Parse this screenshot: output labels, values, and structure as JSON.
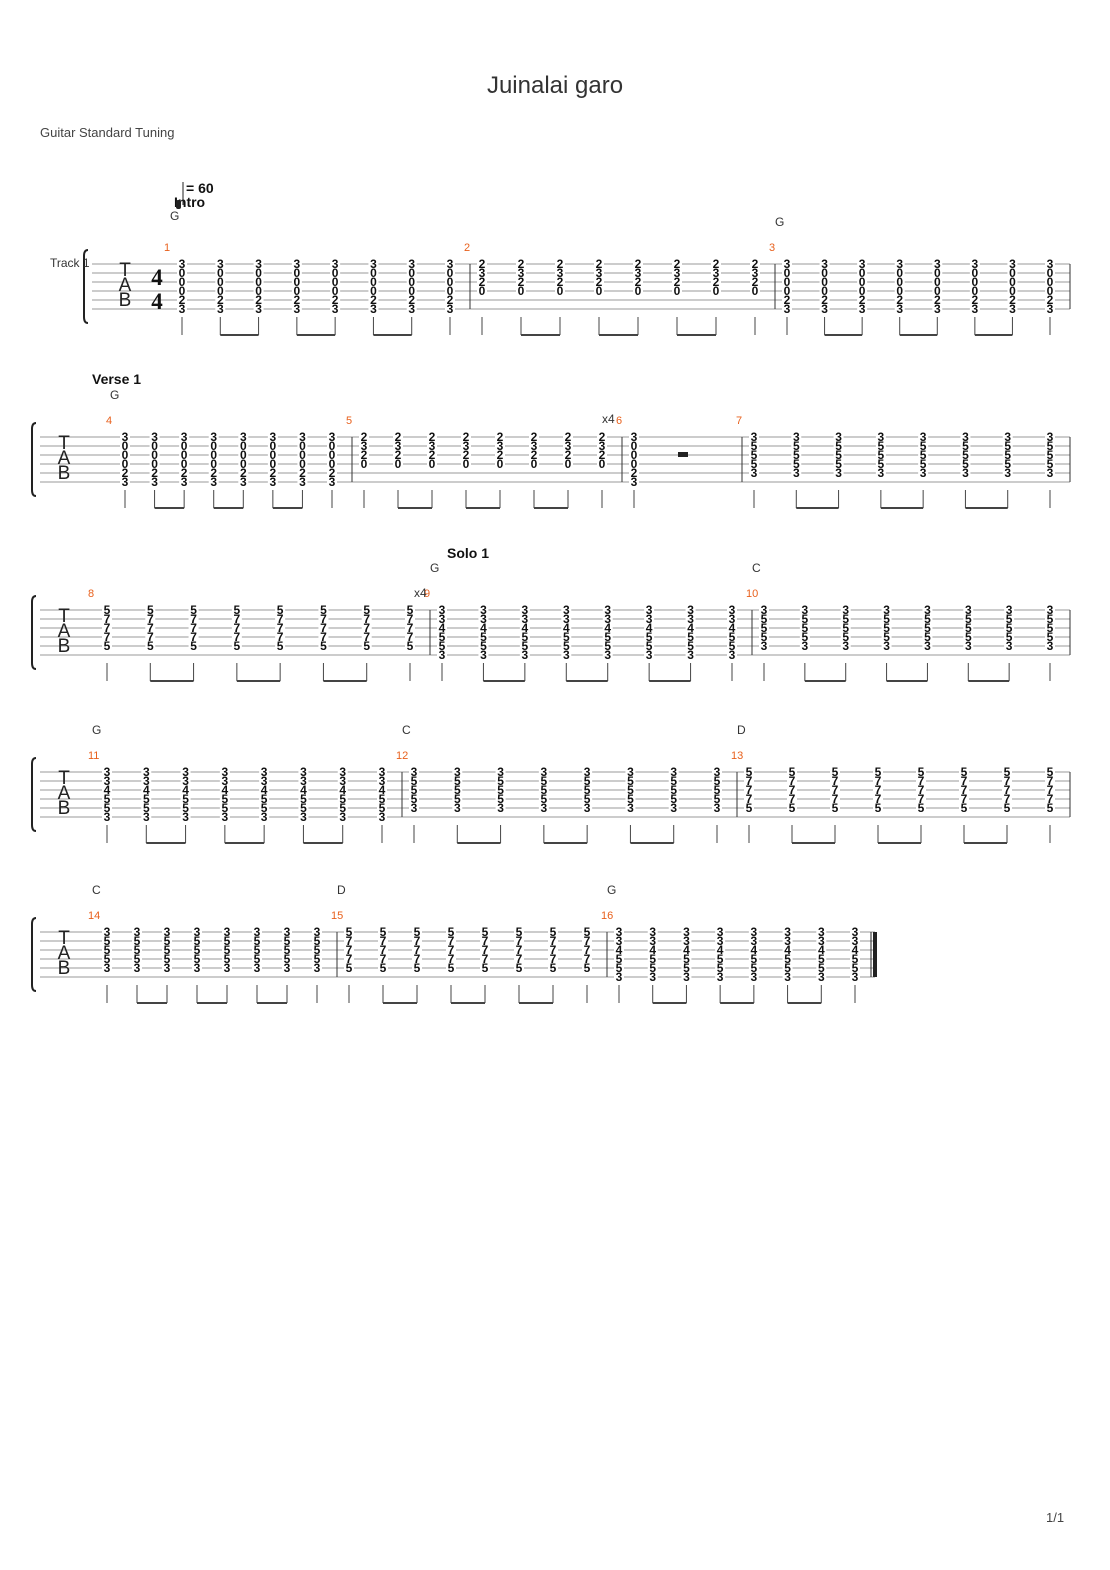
{
  "title": "Juinalai garo",
  "tuning": "Guitar Standard Tuning",
  "page_number": "1/1",
  "track_label": "Track 1",
  "tempo": "= 60",
  "time_signature": [
    "4",
    "4"
  ],
  "tab_letters": [
    "T",
    "A",
    "B"
  ],
  "repeat_marks": [
    "x4",
    "x4"
  ],
  "sections": [
    {
      "name": "Intro",
      "measure": 1
    },
    {
      "name": "Verse 1",
      "measure": 4
    },
    {
      "name": "Solo 1",
      "measure": 9
    }
  ],
  "measures": [
    {
      "number": "1",
      "chord": "G",
      "frets": [
        "3",
        "0",
        "0",
        "0",
        "2",
        "3"
      ]
    },
    {
      "number": "2",
      "chord": "",
      "frets": [
        "2",
        "3",
        "2",
        "0",
        "",
        ""
      ]
    },
    {
      "number": "3",
      "chord": "G",
      "frets": [
        "3",
        "0",
        "0",
        "0",
        "2",
        "3"
      ]
    },
    {
      "number": "4",
      "chord": "G",
      "frets": [
        "3",
        "0",
        "0",
        "0",
        "2",
        "3"
      ]
    },
    {
      "number": "5",
      "chord": "",
      "frets": [
        "2",
        "3",
        "2",
        "0",
        "",
        ""
      ]
    },
    {
      "number": "6",
      "chord": "",
      "frets": [
        "3",
        "0",
        "0",
        "0",
        "2",
        "3"
      ]
    },
    {
      "number": "7",
      "chord": "",
      "frets": [
        "3",
        "5",
        "5",
        "5",
        "3",
        ""
      ]
    },
    {
      "number": "8",
      "chord": "",
      "frets": [
        "5",
        "7",
        "7",
        "7",
        "5",
        ""
      ]
    },
    {
      "number": "9",
      "chord": "G",
      "frets": [
        "3",
        "3",
        "4",
        "5",
        "5",
        "3"
      ]
    },
    {
      "number": "10",
      "chord": "C",
      "frets": [
        "3",
        "5",
        "5",
        "5",
        "3",
        ""
      ]
    },
    {
      "number": "11",
      "chord": "G",
      "frets": [
        "3",
        "3",
        "4",
        "5",
        "5",
        "3"
      ]
    },
    {
      "number": "12",
      "chord": "C",
      "frets": [
        "3",
        "5",
        "5",
        "5",
        "3",
        ""
      ]
    },
    {
      "number": "13",
      "chord": "D",
      "frets": [
        "5",
        "7",
        "7",
        "7",
        "5",
        ""
      ]
    },
    {
      "number": "14",
      "chord": "C",
      "frets": [
        "3",
        "5",
        "5",
        "5",
        "3",
        ""
      ]
    },
    {
      "number": "15",
      "chord": "D",
      "frets": [
        "5",
        "7",
        "7",
        "7",
        "5",
        ""
      ]
    },
    {
      "number": "16",
      "chord": "G",
      "frets": [
        "3",
        "3",
        "4",
        "5",
        "5",
        "3"
      ]
    }
  ]
}
